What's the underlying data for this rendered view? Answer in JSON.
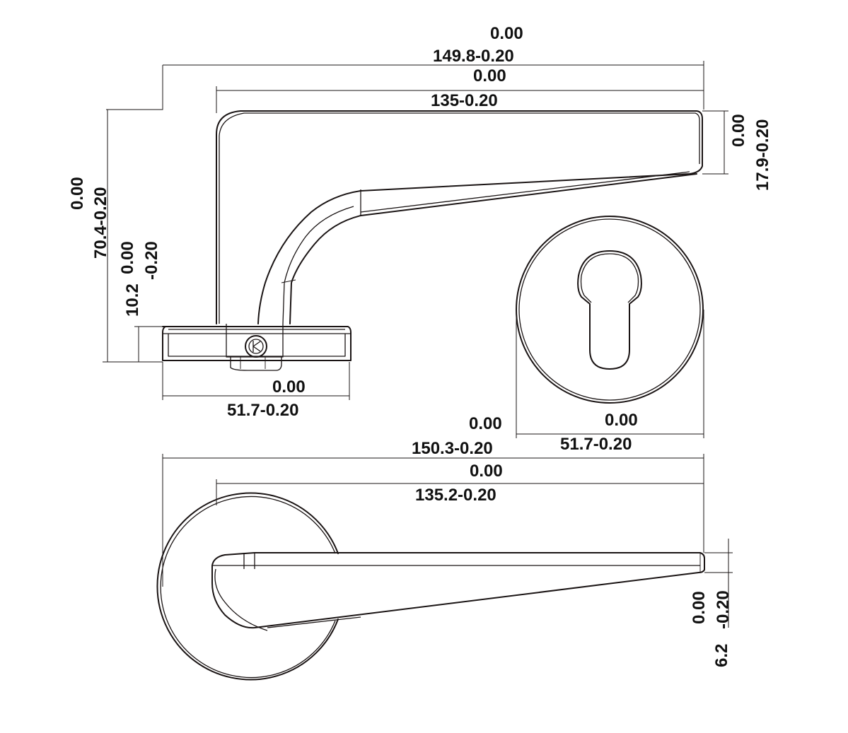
{
  "dimensions": {
    "overall_length": {
      "upper": "0.00",
      "lower": "149.8-0.20"
    },
    "lever_length": {
      "upper": "0.00",
      "lower": "135-0.20"
    },
    "lever_end_height": {
      "upper": "0.00",
      "lower": "17.9-0.20"
    },
    "total_height": {
      "upper": "0.00",
      "lower": "70.4-0.20"
    },
    "rose_height": {
      "upper": "0.00",
      "lower": "-0.20",
      "value": "10.2"
    },
    "rose_width_side": {
      "upper": "0.00",
      "lower": "51.7-0.20"
    },
    "escutcheon_diameter": {
      "upper": "0.00",
      "lower": "51.7-0.20"
    },
    "top_overall_length": {
      "upper": "0.00",
      "lower": "150.3-0.20"
    },
    "top_lever_length": {
      "upper": "0.00",
      "lower": "135.2-0.20"
    },
    "lever_thickness": {
      "upper": "0.00",
      "lower": "-0.20",
      "value": "6.2"
    }
  }
}
